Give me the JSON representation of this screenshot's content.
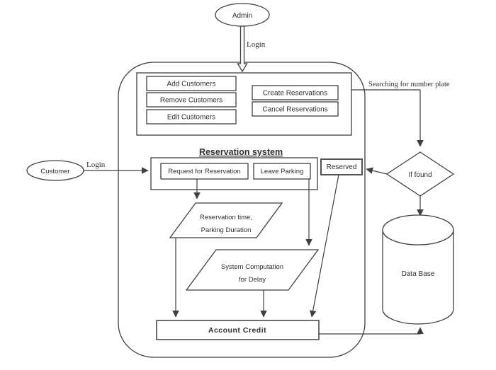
{
  "diagram": {
    "actors": {
      "admin": "Admin",
      "customer": "Customer"
    },
    "labels": {
      "admin_login": "Login",
      "customer_login": "Login",
      "searching": "Searching for number plate"
    },
    "admin_functions": {
      "add": "Add Customers",
      "remove": "Remove Customers",
      "edit": "Edit Customers",
      "create": "Create Reservations",
      "cancel": "Cancel Reservations"
    },
    "reservation": {
      "title": "Reservation system",
      "request": "Request for Reservation",
      "leave": "Leave Parking"
    },
    "reserved": "Reserved",
    "process": {
      "p1_line1": "Reservation time,",
      "p1_line2": "Parking Duration",
      "p2_line1": "System Computation",
      "p2_line2": "for Delay"
    },
    "account_credit": "Account Credit",
    "decision": "If found",
    "database": "Data Base"
  },
  "colors": {
    "line": "#3f3f3f",
    "text": "#2f2f2f",
    "background": "#ffffff"
  }
}
